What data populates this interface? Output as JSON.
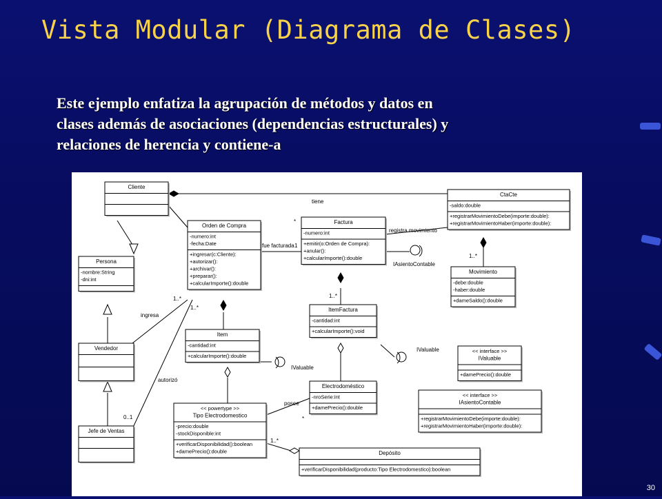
{
  "slide": {
    "title": "Vista Modular (Diagrama de Clases)",
    "intro_lines": [
      "Este ejemplo enfatiza la agrupación de métodos y datos en",
      "clases además de asociaciones (dependencias estructurales) y",
      "relaciones de herencia y contiene-a"
    ],
    "page_number": "30"
  },
  "diagram": {
    "classes": {
      "cliente": {
        "name": "Cliente",
        "attributes": [],
        "methods": []
      },
      "orden": {
        "name": "Orden de Compra",
        "attributes": [
          "-numero:int",
          "-fecha:Date"
        ],
        "methods": [
          "+ingresar(c:Cliente):",
          "+autorizar():",
          "+archivar():",
          "+preparar():",
          "+calcularImporte():double"
        ]
      },
      "factura": {
        "name": "Factura",
        "attributes": [
          "-numero:int"
        ],
        "methods": [
          "+emitir(o:Orden de Compra):",
          "+anular():",
          "+calcularImporte():double"
        ]
      },
      "ctacte": {
        "name": "CtaCte",
        "attributes": [
          "-saldo:double"
        ],
        "methods": [
          "+registrarMovimientoDebe(importe:double):",
          "+registrarMovimientoHaber(importe:double):"
        ]
      },
      "movimiento": {
        "name": "Movimiento",
        "attributes": [
          "-debe:double",
          "-haber:double"
        ],
        "methods": [
          "+dameSaldo():double"
        ]
      },
      "persona": {
        "name": "Persona",
        "attributes": [
          "-nombre:String",
          "-dni:int"
        ],
        "methods": []
      },
      "vendedor": {
        "name": "Vendedor",
        "attributes": [],
        "methods": []
      },
      "jefe": {
        "name": "Jefe de Ventas",
        "attributes": [],
        "methods": []
      },
      "item": {
        "name": "Item",
        "attributes": [
          "-cantidad:int"
        ],
        "methods": [
          "+calcularImporte():double"
        ]
      },
      "itemfactura": {
        "name": "ItemFactura",
        "attributes": [
          "-cantidad:int"
        ],
        "methods": [
          "+calcularImporte():void"
        ]
      },
      "electro": {
        "name": "Electrodoméstico",
        "attributes": [
          "-nroSerie:int"
        ],
        "methods": [
          "+damePrecio():double"
        ]
      },
      "tipo": {
        "stereotype": "<< powertype >>",
        "name": "Tipo Electrodomestico",
        "attributes": [
          "-precio:double",
          "-stockDisponible:int"
        ],
        "methods": [
          "+verificarDisponibilidad():boolean",
          "+damePrecio():double"
        ]
      },
      "deposito": {
        "name": "Depósito",
        "attributes": [],
        "methods": [
          "+verificarDisponibilidad(producto:Tipo Electrodomestico):boolean"
        ]
      },
      "ivaluable": {
        "stereotype": "<< interface >>",
        "name": "IValuable",
        "attributes": [],
        "methods": [
          "+damePrecio():double"
        ]
      },
      "iasiento": {
        "stereotype": "<< interface >>",
        "name": "IAsientoContable",
        "attributes": [],
        "methods": [
          "+registrarMovimientoDebe(importe:double):",
          "+registrarMovimientoHaber(importe:double):"
        ]
      }
    },
    "labels": {
      "tiene": "tiene",
      "star_cliente": "*",
      "fue_facturada": "fue facturada",
      "one_fact": "1",
      "registra": "registra movimiento",
      "iasiento_lollipop": "IAsientoContable",
      "one_many_mov": "1..*",
      "one_many_itemf": "1..*",
      "ingresa": "ingresa",
      "one_many_a": "1..*",
      "one_many_b": "1..*",
      "autorizo": "autorizó",
      "zero_one": "0..1",
      "ivaluable_a": "IValuable",
      "ivaluable_b": "IValuable",
      "posee": "posee",
      "star_posee": "*",
      "one_many_dep": "1..*"
    }
  }
}
